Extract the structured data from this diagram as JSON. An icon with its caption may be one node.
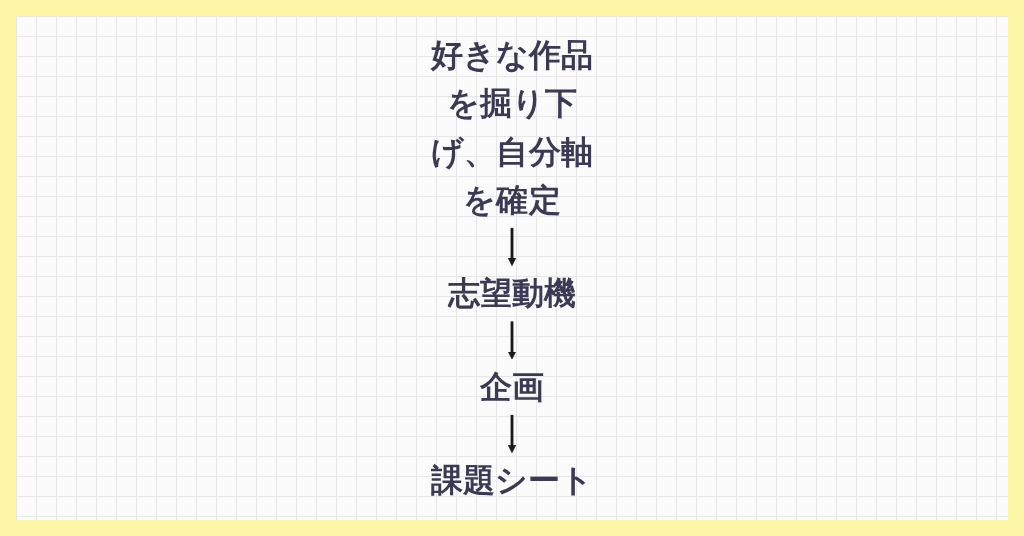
{
  "diagram": {
    "nodes": [
      {
        "text": [
          "好きな作品を掘り下げ、自分軸を確定"
        ]
      },
      {
        "text": [
          "志望動機"
        ]
      },
      {
        "text": [
          "企画"
        ]
      },
      {
        "text": [
          "課題シート"
        ]
      }
    ],
    "edges": [
      {
        "from": 0,
        "to": 1,
        "arrow": "to"
      },
      {
        "from": 1,
        "to": 2,
        "arrow": "to"
      },
      {
        "from": 2,
        "to": 3,
        "arrow": "to"
      }
    ]
  }
}
